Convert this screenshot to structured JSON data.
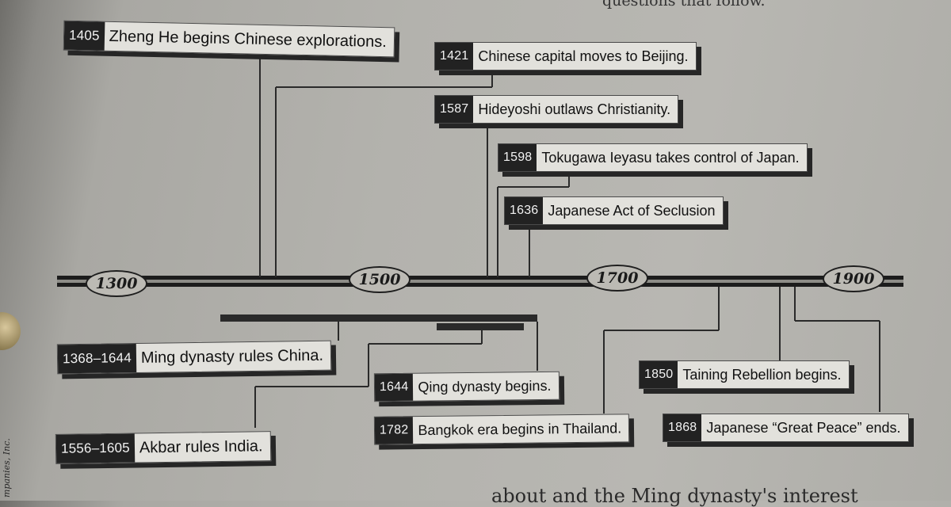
{
  "fragments": {
    "top": "questions that follow.",
    "bottom": "about                and the Ming dynasty's interest",
    "side_credit": "mpanies, Inc."
  },
  "eras": [
    "1300",
    "1500",
    "1700",
    "1900"
  ],
  "events_above": [
    {
      "year": "1405",
      "text": "Zheng He begins Chinese explorations."
    },
    {
      "year": "1421",
      "text": "Chinese capital moves to Beijing."
    },
    {
      "year": "1587",
      "text": "Hideyoshi outlaws Christianity."
    },
    {
      "year": "1598",
      "text": "Tokugawa Ieyasu takes control of Japan."
    },
    {
      "year": "1636",
      "text": "Japanese Act of Seclusion"
    }
  ],
  "events_below": [
    {
      "year": "1368–1644",
      "text": "Ming dynasty rules China."
    },
    {
      "year": "1556–1605",
      "text": "Akbar rules India."
    },
    {
      "year": "1644",
      "text": "Qing dynasty begins."
    },
    {
      "year": "1782",
      "text": "Bangkok era begins in Thailand."
    },
    {
      "year": "1850",
      "text": "Taining Rebellion begins."
    },
    {
      "year": "1868",
      "text": "Japanese “Great Peace” ends."
    }
  ]
}
